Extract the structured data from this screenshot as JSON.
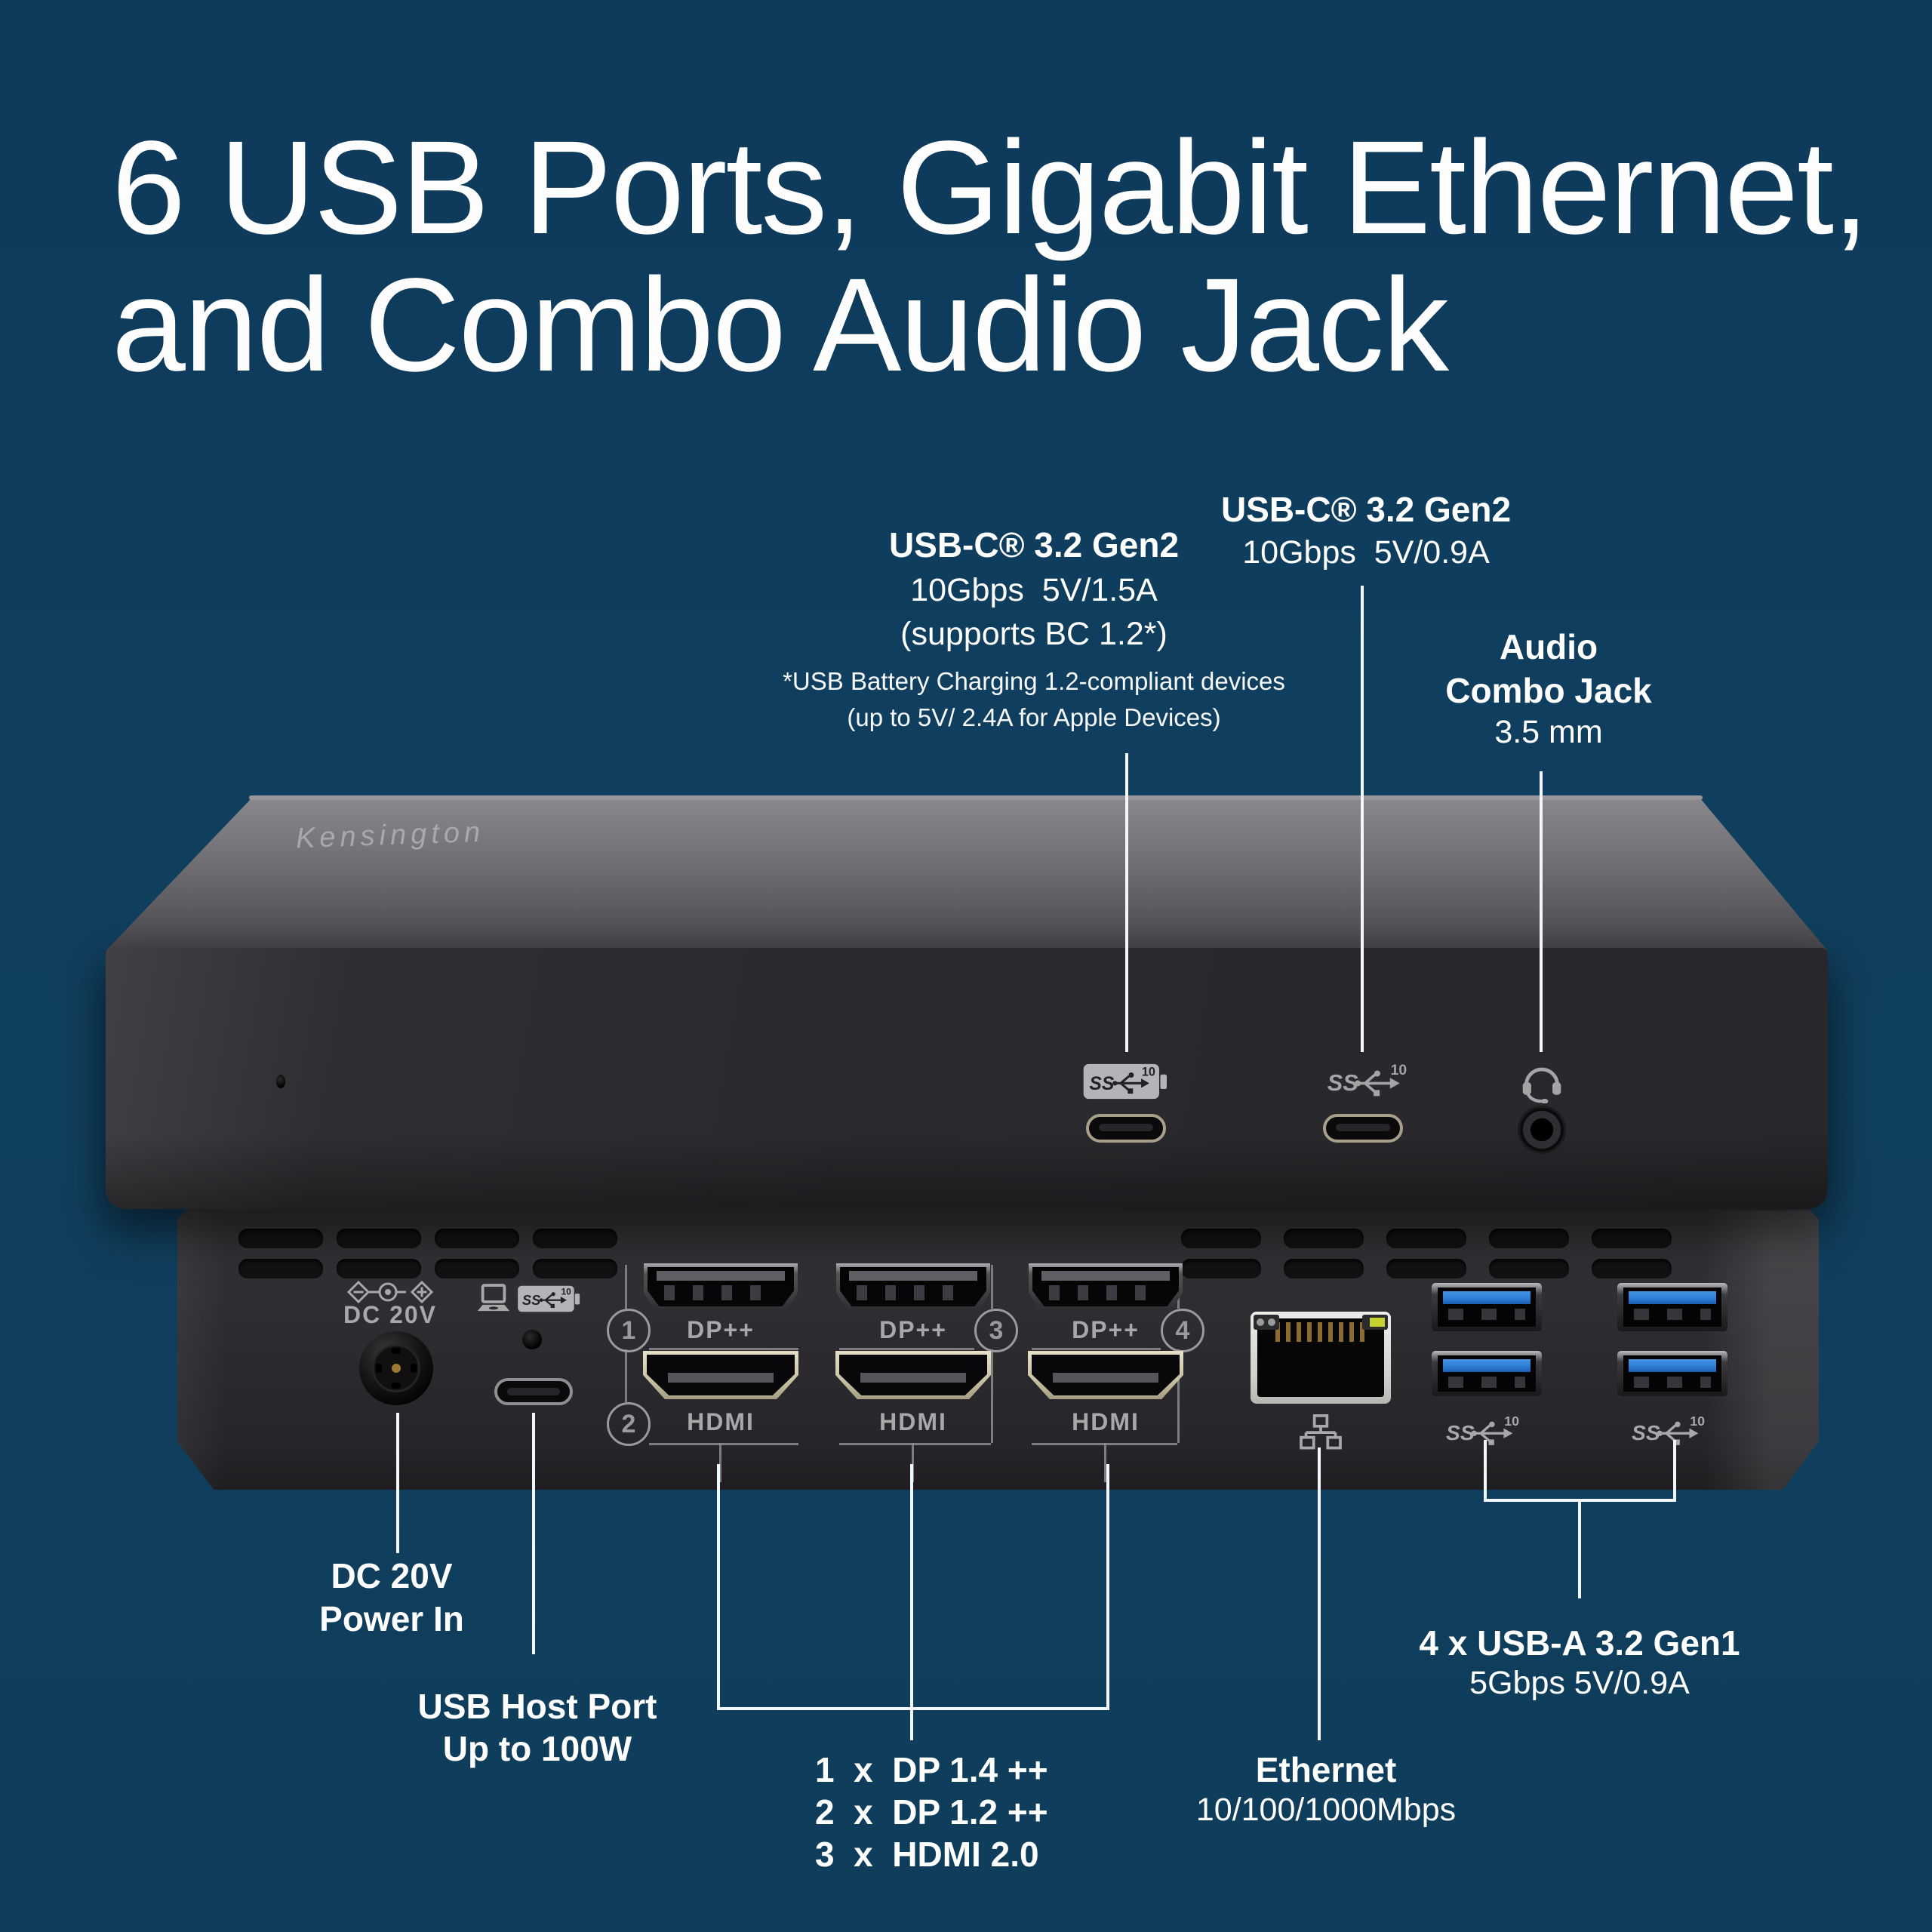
{
  "colors": {
    "background": "#0f3b5c",
    "text": "#ffffff",
    "leader_line": "#f4f7f9",
    "device_body": "#2d2d31",
    "device_label": "#a8a8ab",
    "usb_port_blue": "#2e7fd8",
    "ethernet_led": "#c6d22f"
  },
  "title": {
    "line1": "6 USB Ports, Gigabit Ethernet,",
    "line2": "and Combo Audio Jack"
  },
  "callouts": {
    "usbc_bc": {
      "title": "USB-C® 3.2 Gen2",
      "spec": "10Gbps  5V/1.5A",
      "note": "(supports BC 1.2*)",
      "footnote1": "*USB Battery Charging 1.2-compliant devices",
      "footnote2": "(up to 5V/ 2.4A for Apple Devices)"
    },
    "usbc": {
      "title": "USB-C® 3.2 Gen2",
      "spec": "10Gbps  5V/0.9A"
    },
    "audio": {
      "title1": "Audio",
      "title2": "Combo Jack",
      "spec": "3.5 mm"
    },
    "power": {
      "line1": "DC 20V",
      "line2": "Power In"
    },
    "host": {
      "line1": "USB Host Port",
      "line2": "Up to 100W"
    },
    "video": {
      "line1": "1  x  DP 1.4 ++",
      "line2": "2  x  DP 1.2 ++",
      "line3": "3  x  HDMI 2.0"
    },
    "ethernet": {
      "title": "Ethernet",
      "spec": "10/100/1000Mbps"
    },
    "usba": {
      "title": "4 x USB-A 3.2 Gen1",
      "spec": "5Gbps 5V/0.9A"
    }
  },
  "device": {
    "brand": "Kensington",
    "back_panel": {
      "dc_label": "DC 20V",
      "dp_label": "DP++",
      "hdmi_label": "HDMI",
      "numbers": [
        "1",
        "2",
        "3",
        "4"
      ]
    },
    "icons": {
      "ss": "SS",
      "speed10": "10"
    }
  }
}
